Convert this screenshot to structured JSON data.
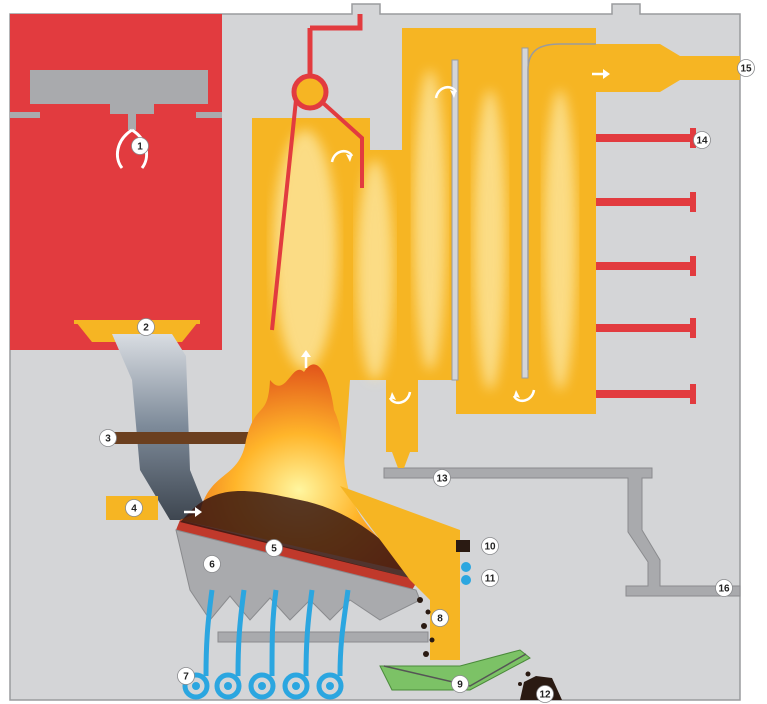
{
  "markers": [
    "1",
    "2",
    "3",
    "4",
    "5",
    "6",
    "7",
    "8",
    "9",
    "10",
    "11",
    "12",
    "13",
    "14",
    "15",
    "16"
  ],
  "colors": {
    "building": "#d4d5d7",
    "building_edge": "#9a9b9e",
    "bunker": "#e23b3f",
    "flue": "#f6b523",
    "flue_glow": "#fde9a6",
    "steel": "#a9aaad",
    "air_pipe": "#2ba6e0",
    "ash_conveyor": "#7cc266",
    "residue": "#2a1a12",
    "fire": "#ff8a1c",
    "marker_fill": "#ffffff",
    "marker_text": "#222222"
  },
  "icons": {
    "crane_grab": "grab-claw-icon",
    "flow_arrow": "flow-arrow-icon",
    "fan": "air-fan-icon",
    "nozzle": "injection-nozzle-icon"
  }
}
